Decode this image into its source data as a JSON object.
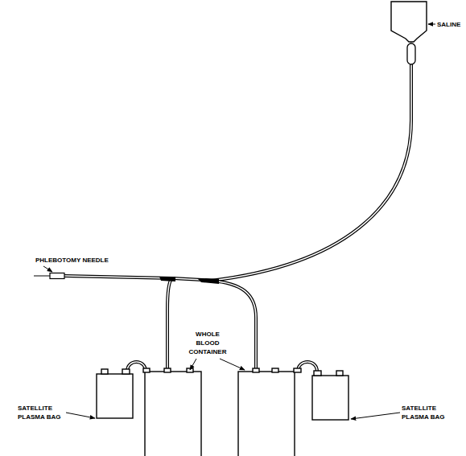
{
  "diagram": {
    "labels": [
      "SALINE",
      "PHLEBOTOMY NEEDLE",
      "WHOLE BLOOD CONTAINER",
      "SATELLITE PLASMA BAG",
      "SATELLITE PLASMA BAG"
    ]
  }
}
